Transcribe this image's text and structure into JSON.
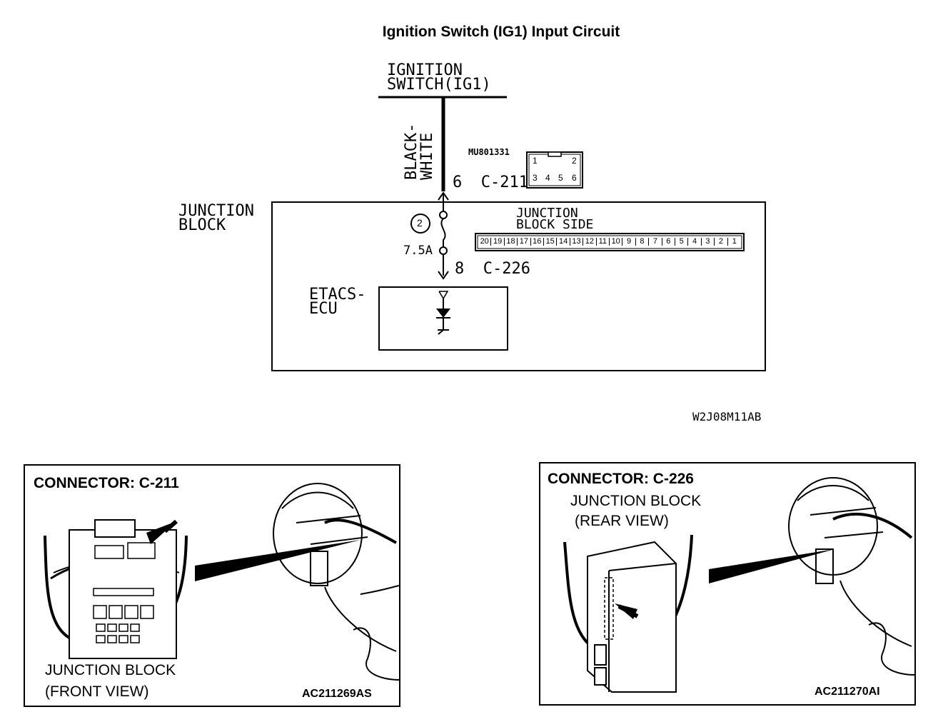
{
  "title": "Ignition Switch (IG1) Input Circuit",
  "schematic": {
    "ignition_switch_label": [
      "IGNITION",
      "SWITCH(IG1)"
    ],
    "wire_color_label": [
      "BLACK-",
      "WHITE"
    ],
    "connector_c211_part_no": "MU801331",
    "connector_c211_pin": "6  C-211",
    "connector_c211_pins": [
      "1",
      "2",
      "3",
      "4",
      "5",
      "6"
    ],
    "junction_block_label": [
      "JUNCTION",
      "BLOCK"
    ],
    "junction_block_side_label": [
      "JUNCTION",
      "BLOCK SIDE"
    ],
    "junction_block_side_pins": [
      "20",
      "19",
      "18",
      "17",
      "16",
      "15",
      "14",
      "13",
      "12",
      "11",
      "10",
      "9",
      "8",
      "7",
      "6",
      "5",
      "4",
      "3",
      "2",
      "1"
    ],
    "fuse_number": "2",
    "fuse_rating": "7.5A",
    "connector_c226_pin": "8  C-226",
    "etacs_label": [
      "ETACS-",
      "ECU"
    ],
    "figure_code": "W2J08M11AB"
  },
  "panels": [
    {
      "heading": "CONNECTOR: C-211",
      "caption": [
        "JUNCTION BLOCK",
        "(FRONT VIEW)"
      ],
      "code": "AC211269AS"
    },
    {
      "heading": "CONNECTOR: C-226",
      "caption": [
        "JUNCTION BLOCK",
        "(REAR VIEW)"
      ],
      "code": "AC211270AI"
    }
  ]
}
